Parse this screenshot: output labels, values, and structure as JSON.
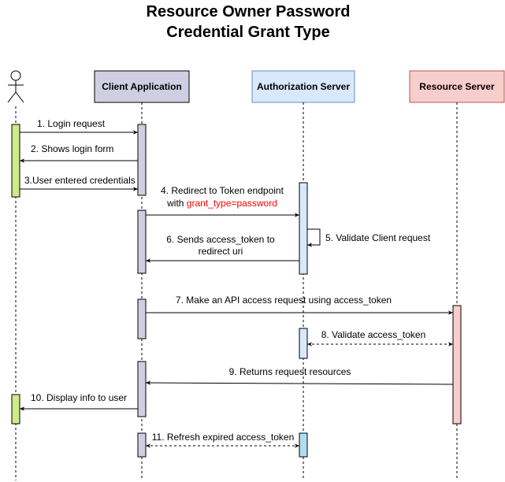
{
  "title": {
    "line1": "Resource Owner Password",
    "line2": "Credential Grant Type"
  },
  "participants": {
    "client": {
      "label": "Client Application",
      "fill": "#d0cee2"
    },
    "auth": {
      "label": "Authorization Server",
      "fill": "#dae8fc"
    },
    "resource": {
      "label": "Resource Server",
      "fill": "#f8cecc"
    }
  },
  "colors": {
    "user_activation": "#cdeb8b",
    "client_activation": "#d0cee2",
    "auth_activation": "#dae8fc",
    "resource_activation": "#f8cecc",
    "refresh_activation": "#b1ddf0",
    "highlight_text": "#ff0000"
  },
  "messages": {
    "m1": "1. Login request",
    "m2": "2. Shows login form",
    "m3": "3.User entered credentials",
    "m4_line1": "4. Redirect to Token endpoint",
    "m4_line2_prefix": "with ",
    "m4_line2_highlight": "grant_type=password",
    "m5": "5. Validate Client request",
    "m6_line1": "6. Sends access_token to",
    "m6_line2": "redirect uri",
    "m7": "7. Make an API access request using access_token",
    "m8": "8. Validate access_token",
    "m9": "9. Returns request resources",
    "m10": "10. Display info to user",
    "m11": "11. Refresh expired access_token"
  }
}
